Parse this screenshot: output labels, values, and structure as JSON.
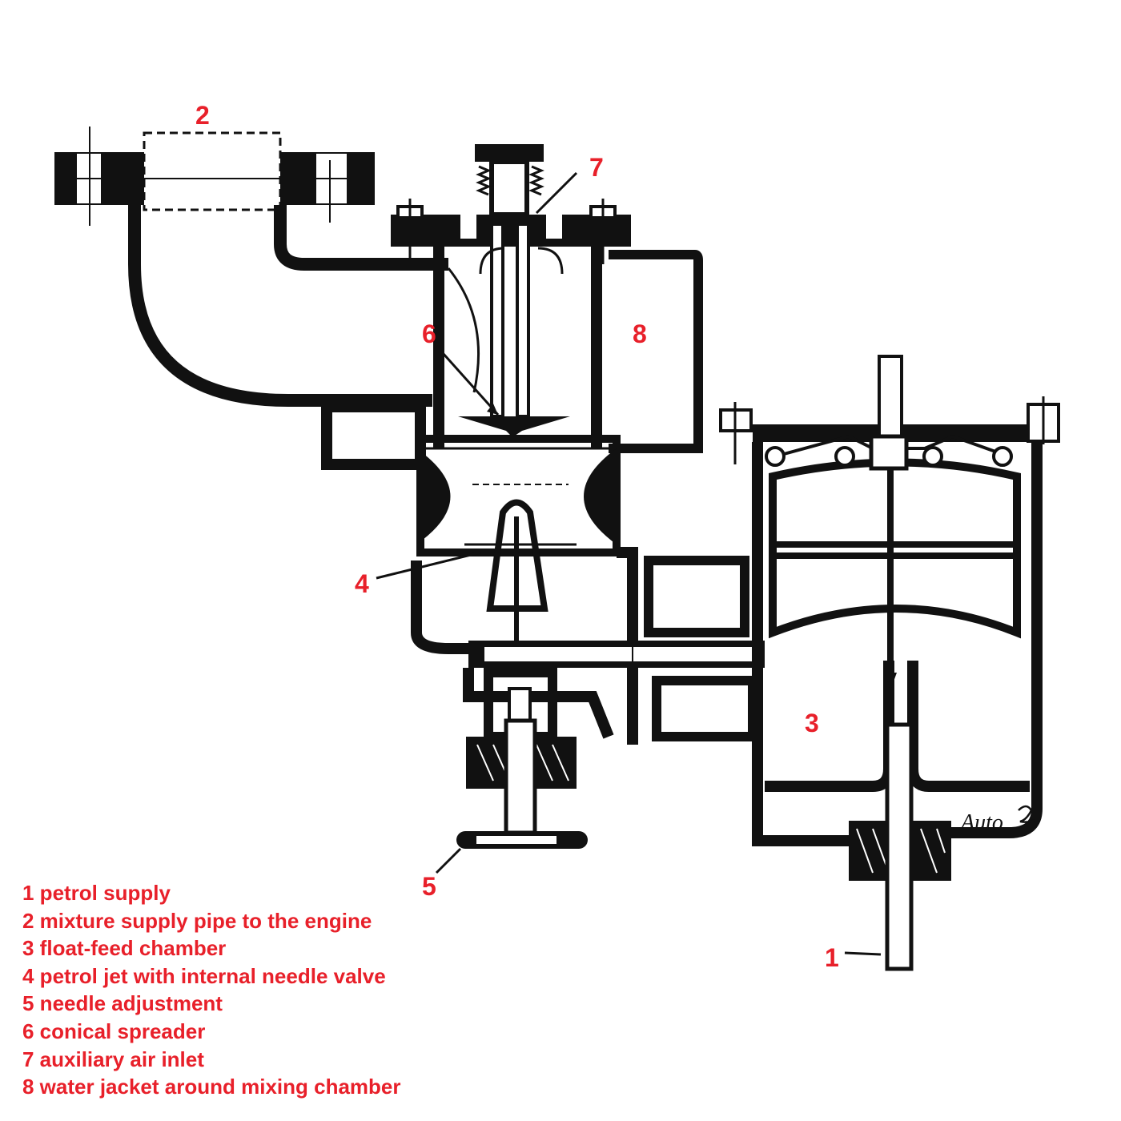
{
  "colors": {
    "label": "#e8202a",
    "ink": "#111111",
    "paper": "#ffffff"
  },
  "callouts": [
    {
      "id": "1",
      "text": "1"
    },
    {
      "id": "2",
      "text": "2"
    },
    {
      "id": "3",
      "text": "3"
    },
    {
      "id": "4",
      "text": "4"
    },
    {
      "id": "5",
      "text": "5"
    },
    {
      "id": "6",
      "text": "6"
    },
    {
      "id": "7",
      "text": "7"
    },
    {
      "id": "8",
      "text": "8"
    }
  ],
  "signature": "Auto",
  "legend": [
    "1 petrol supply",
    "2 mixture supply pipe to the engine",
    "3 float-feed chamber",
    "4 petrol jet with internal needle valve",
    "5 needle adjustment",
    "6 conical spreader",
    "7 auxiliary air inlet",
    "8 water jacket around mixing chamber"
  ]
}
